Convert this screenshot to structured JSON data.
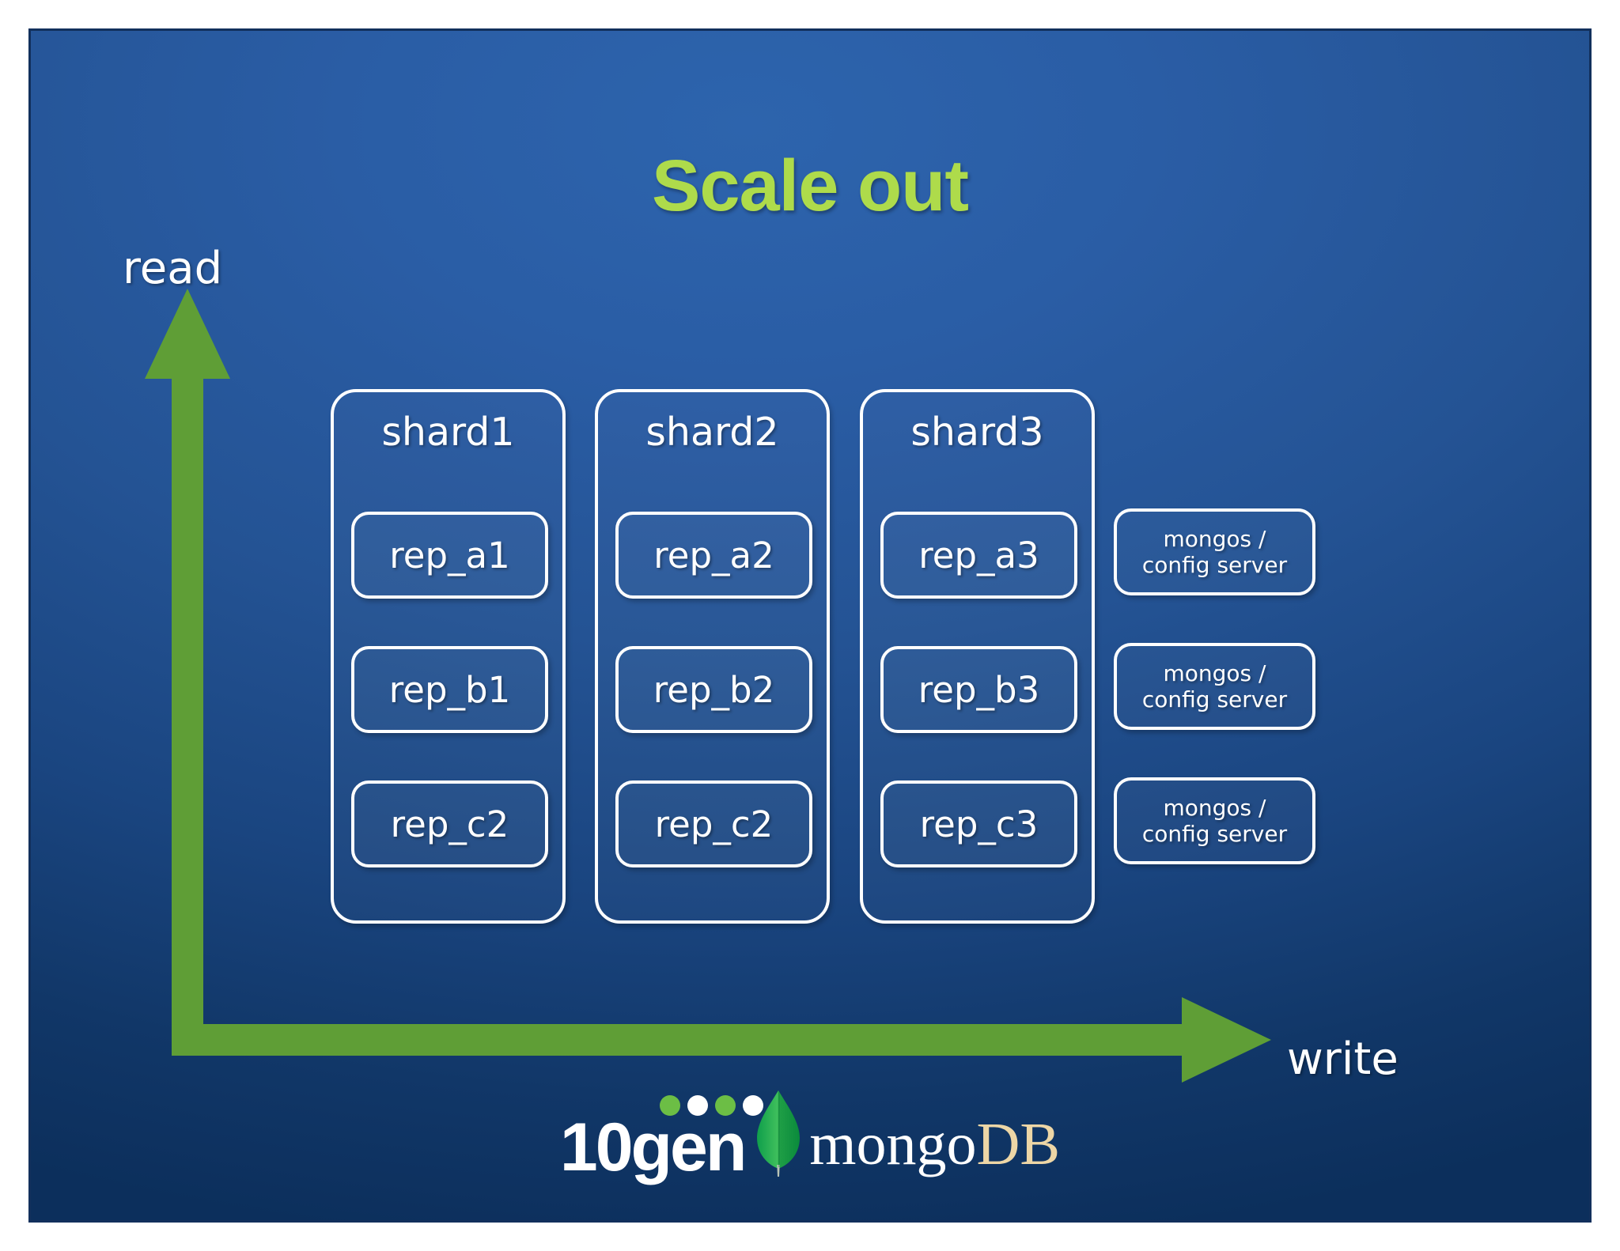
{
  "slide": {
    "title": "Scale out",
    "title_color": "#aedb4b",
    "background_color_top": "#2d64ad",
    "background_color_bottom": "#0c2f5c",
    "accent_green": "#5f9e36"
  },
  "axes": {
    "y_label": "read",
    "x_label": "write",
    "y_arrow_icon": "arrow-up-icon",
    "x_arrow_icon": "arrow-right-icon"
  },
  "shards": [
    {
      "title": "shard1",
      "replicas": [
        "rep_a1",
        "rep_b1",
        "rep_c2"
      ]
    },
    {
      "title": "shard2",
      "replicas": [
        "rep_a2",
        "rep_b2",
        "rep_c2"
      ]
    },
    {
      "title": "shard3",
      "replicas": [
        "rep_a3",
        "rep_b3",
        "rep_c3"
      ]
    }
  ],
  "mongos_nodes": [
    {
      "line1": "mongos /",
      "line2": "config server"
    },
    {
      "line1": "mongos /",
      "line2": "config server"
    },
    {
      "line1": "mongos /",
      "line2": "config server"
    }
  ],
  "logo": {
    "tengen_text": "10gen",
    "dots": [
      "green",
      "white",
      "green",
      "white"
    ],
    "leaf_icon": "mongodb-leaf-icon",
    "mongo_text": "mongo",
    "db_text": "DB",
    "dot_green_color": "#6cbe45",
    "db_color": "#edd6a6"
  }
}
